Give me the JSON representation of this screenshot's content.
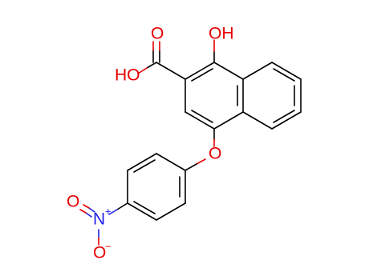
{
  "molecule": {
    "atoms": {
      "hydroxyl": "OH",
      "acid_oxo": "O",
      "acid_hydroxyl": "HO",
      "ether_oxygen": "O",
      "nitro_nitrogen": "N",
      "nitro_oxygen_top": "O",
      "nitro_oxygen_bottom": "O",
      "nitrogen_charge": "+",
      "oxygen_charge": "−"
    },
    "colors": {
      "bond": "#000000",
      "oxygen": "#e60000",
      "nitrogen": "#1e1ee6",
      "background": "#ffffff"
    }
  }
}
